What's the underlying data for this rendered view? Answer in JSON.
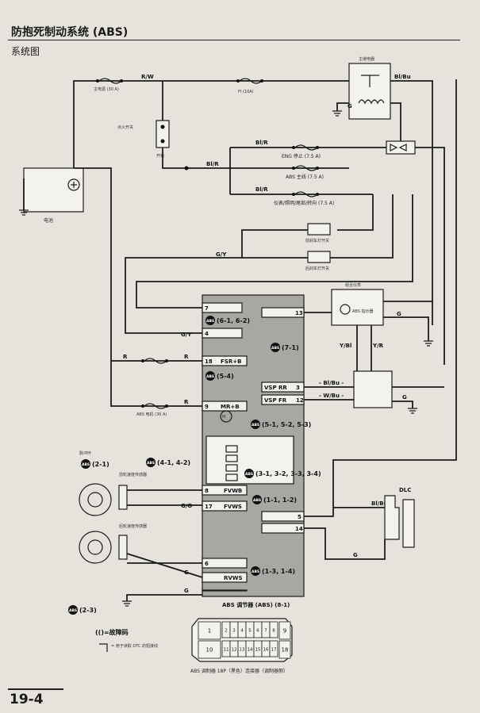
{
  "header": {
    "title": "防抱死制动系统 (ABS)",
    "subtitle": "系统图"
  },
  "page_number": "19-4",
  "fuses": {
    "main": "主电源 (30 A)",
    "fi": "FI (10A)",
    "eng_stop": "ENG 停止 (7.5 A)",
    "abs_main": "ABS 主线 (7.5 A)",
    "meter_tail": "仪表/照明/尾部/转向 (7.5 A)",
    "abs_motor": "ABS 电机 (30 A)"
  },
  "components": {
    "main_relay": "主继电器",
    "ignition": "点火开关",
    "ignition_sub": "开锁",
    "battery": "电池",
    "front_brake_sw": "前刹车灯开关",
    "rear_brake_sw": "后刹车灯开关",
    "combo_meter": "组合仪表",
    "abs_indicator": "ABS 指示器",
    "front_sensor": "前轮速度传感器",
    "rear_sensor": "后轮速度传感器",
    "tone_ring_label": "脉冲环",
    "dlc": "DLC",
    "modulator": "ABS 调节器 (ABS) (8-1)",
    "connector_caption": "ABS 调制器 18P（黑色）连接器（调制器侧）"
  },
  "wires": {
    "rw": "R/W",
    "bibu": "Bl/Bu",
    "bir": "Bl/R",
    "gy": "G/Y",
    "r": "R",
    "g": "G",
    "go": "G/O",
    "yb": "Y/Bl",
    "yr": "Y/R",
    "bibu2": "- Bl/Bu -",
    "wbu": "- W/Bu -"
  },
  "modulator_pins": [
    {
      "num": "7",
      "label": ""
    },
    {
      "num": "4",
      "label": ""
    },
    {
      "num": "18",
      "label": "FSR+B"
    },
    {
      "num": "9",
      "label": "MR+B"
    },
    {
      "num": "8",
      "label": "FVWB"
    },
    {
      "num": "17",
      "label": "FVWS"
    },
    {
      "num": "6",
      "label": ""
    },
    {
      "num": "",
      "label": "RVWS"
    },
    {
      "num": "1",
      "label": ""
    },
    {
      "num": "10",
      "label": ""
    },
    {
      "num": "13",
      "label": ""
    },
    {
      "num": "3",
      "label": "VSP RR"
    },
    {
      "num": "12",
      "label": "VSP FR"
    },
    {
      "num": "5",
      "label": ""
    },
    {
      "num": "14",
      "label": ""
    }
  ],
  "refs": [
    {
      "id": "r1",
      "badge": "ABS",
      "text": "(6-1, 6-2)"
    },
    {
      "id": "r2",
      "badge": "ABS",
      "text": "(7-1)"
    },
    {
      "id": "r3",
      "badge": "ABS",
      "text": "(5-4)"
    },
    {
      "id": "r4",
      "badge": "ABS",
      "text": "(5-1, 5-2, 5-3)"
    },
    {
      "id": "r5",
      "badge": "ABS",
      "text": "(3-1, 3-2, 3-3, 3-4)"
    },
    {
      "id": "r6",
      "badge": "ABS",
      "text": "(1-1, 1-2)"
    },
    {
      "id": "r7",
      "badge": "ABS",
      "text": "(1-3, 1-4)"
    },
    {
      "id": "r8",
      "badge": "ABS",
      "text": "(2-1)"
    },
    {
      "id": "r9",
      "badge": "ABS",
      "text": "(4-1, 4-2)"
    },
    {
      "id": "r10",
      "badge": "ABS",
      "text": "(2-3)"
    }
  ],
  "legend": {
    "fault_code": "(()=故障码",
    "dtc_note": "= 用于读取 DTC 的短接线"
  },
  "connector_pins": [
    "1",
    "2",
    "3",
    "4",
    "5",
    "6",
    "7",
    "8",
    "9",
    "10",
    "11",
    "12",
    "13",
    "14",
    "15",
    "16",
    "17",
    "18"
  ]
}
